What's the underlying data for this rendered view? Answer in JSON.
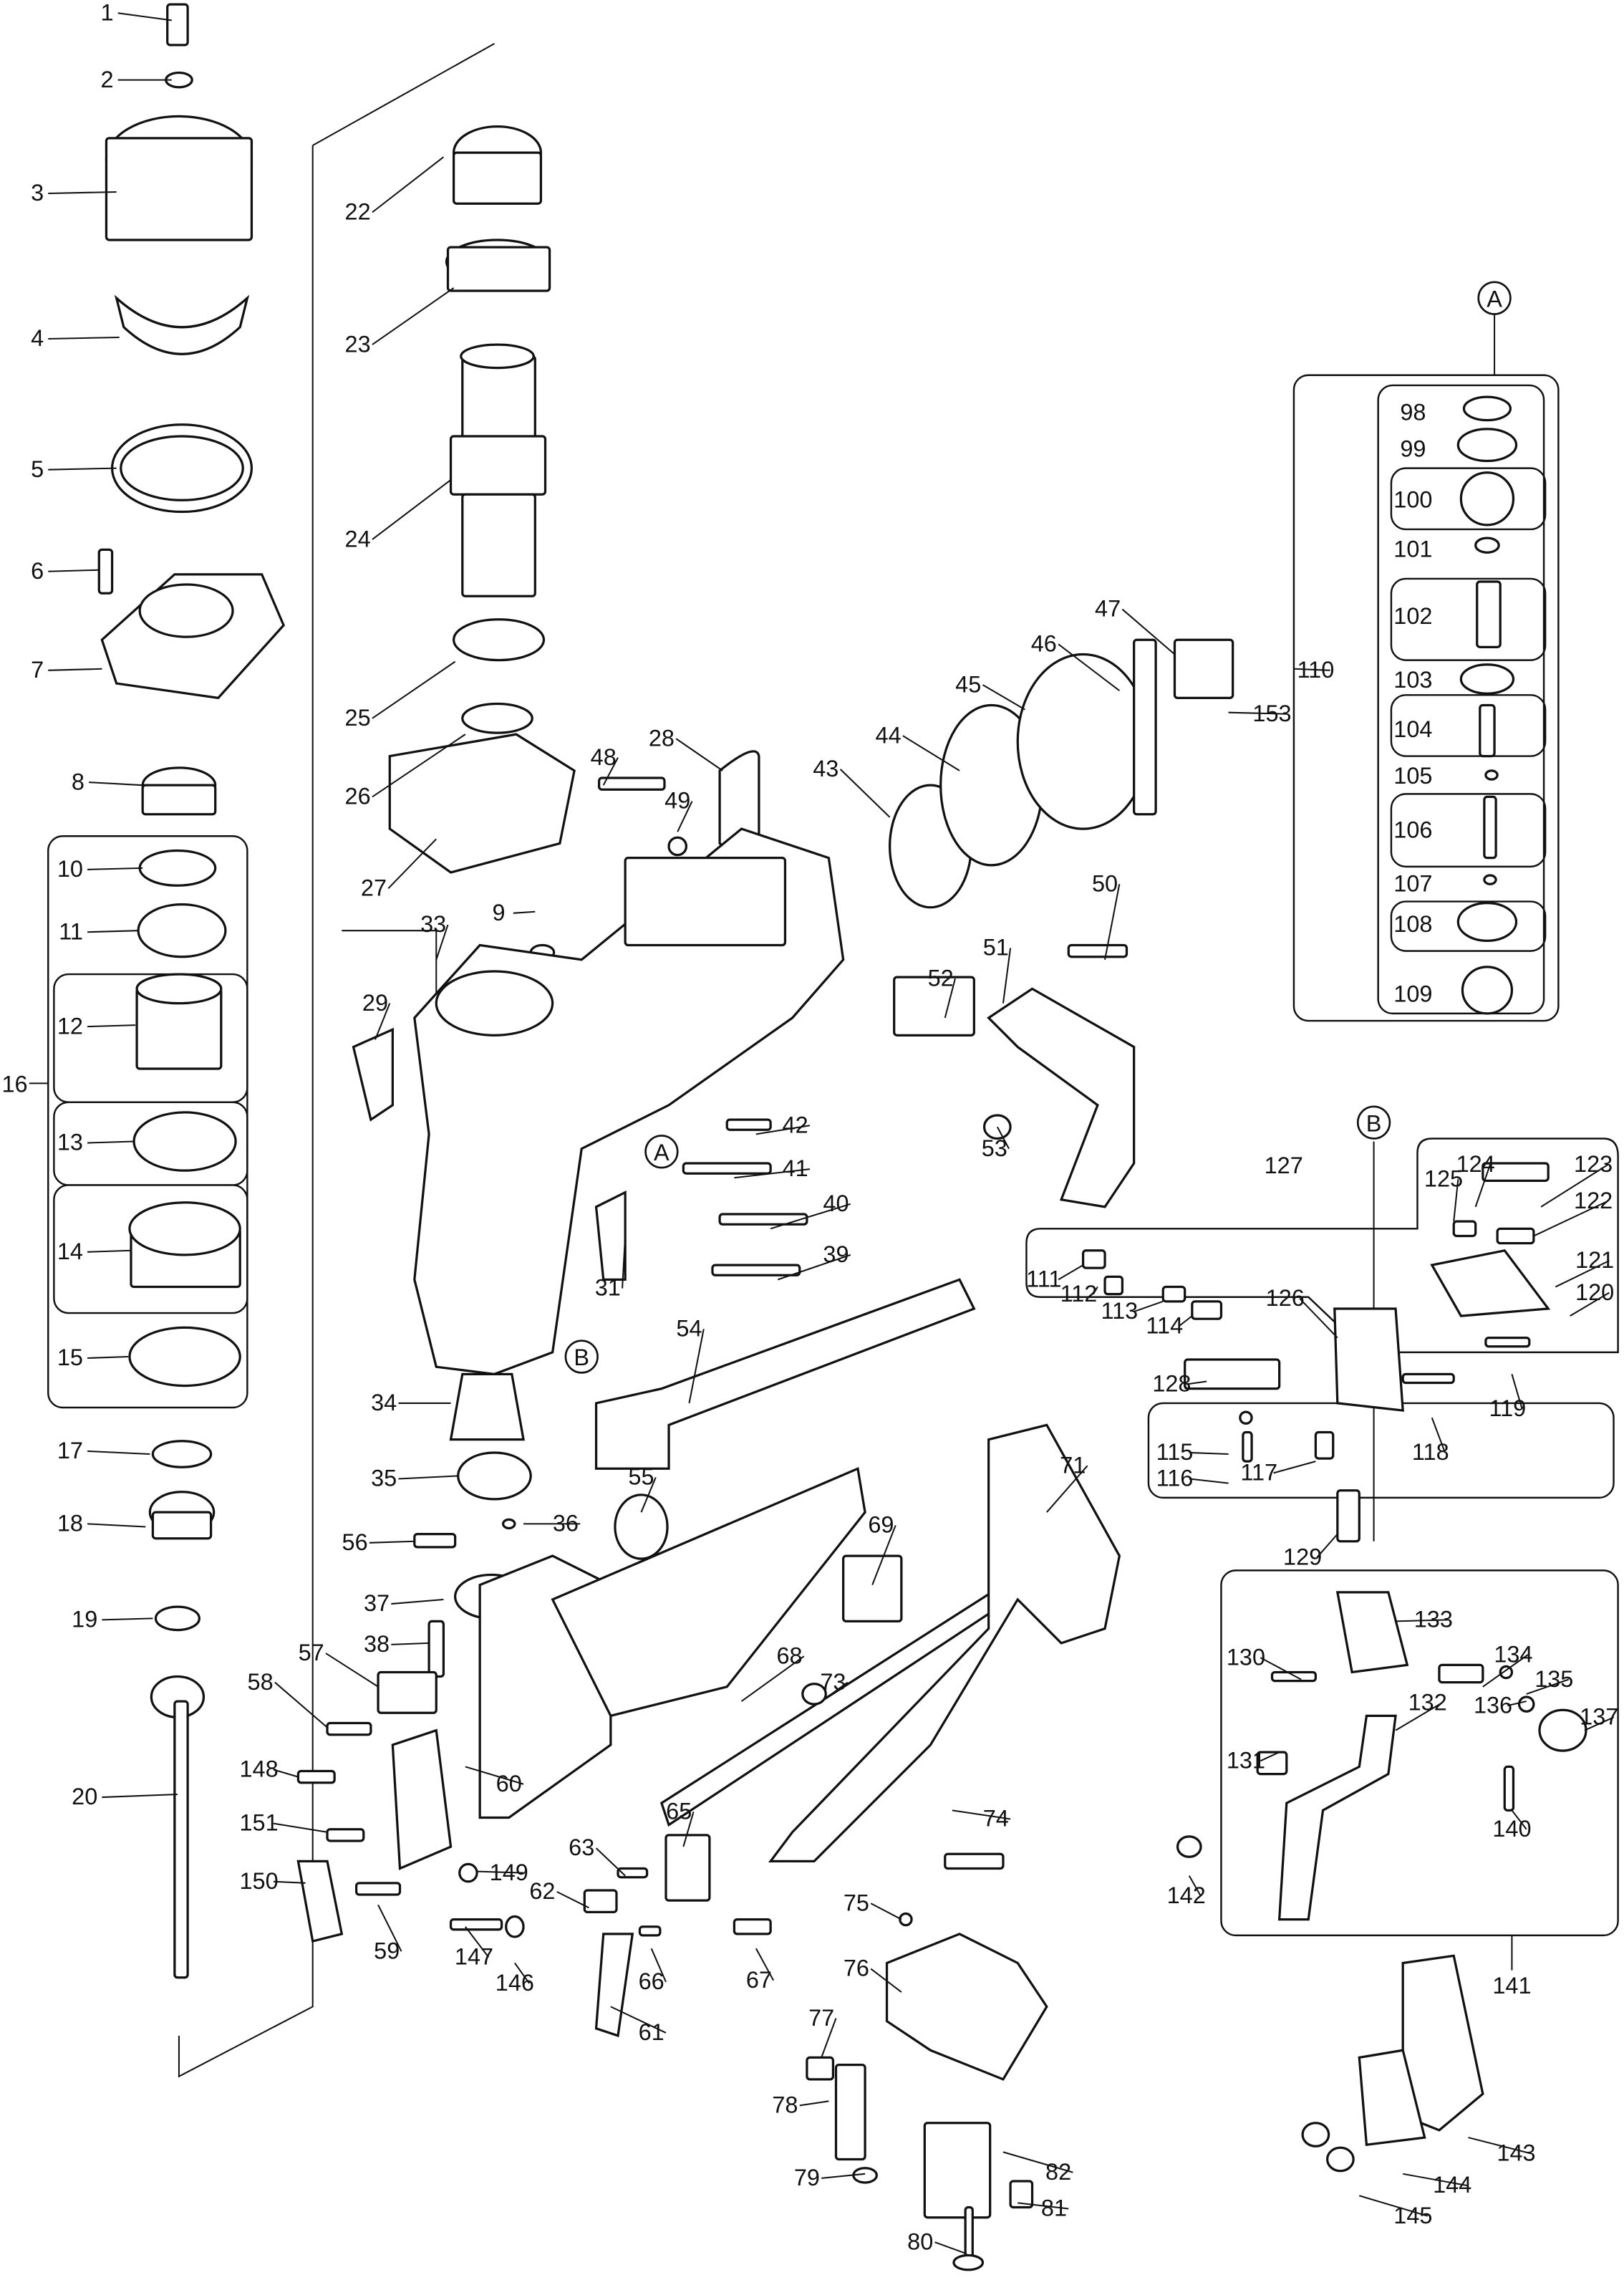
{
  "diagram_title": "",
  "callouts": {
    "A": "A",
    "B": "B"
  },
  "labels": [
    "1",
    "2",
    "3",
    "4",
    "5",
    "6",
    "7",
    "8",
    "10",
    "11",
    "12",
    "16",
    "13",
    "14",
    "15",
    "17",
    "18",
    "19",
    "20",
    "22",
    "23",
    "24",
    "25",
    "26",
    "27",
    "28",
    "48",
    "49",
    "9",
    "33",
    "29",
    "31",
    "42",
    "41",
    "40",
    "39",
    "43",
    "44",
    "45",
    "46",
    "47",
    "50",
    "51",
    "52",
    "53",
    "34",
    "54",
    "35",
    "36",
    "55",
    "56",
    "37",
    "38",
    "57",
    "58",
    "148",
    "151",
    "150",
    "59",
    "60",
    "149",
    "147",
    "146",
    "62",
    "63",
    "65",
    "66",
    "67",
    "61",
    "68",
    "69",
    "71",
    "73",
    "74",
    "75",
    "76",
    "77",
    "78",
    "79",
    "80",
    "81",
    "82",
    "98",
    "99",
    "100",
    "101",
    "102",
    "103",
    "104",
    "105",
    "106",
    "107",
    "108",
    "109",
    "110",
    "153",
    "127",
    "125",
    "124",
    "123",
    "122",
    "121",
    "120",
    "111",
    "112",
    "113",
    "114",
    "126",
    "128",
    "119",
    "118",
    "115",
    "116",
    "117",
    "129",
    "133",
    "130",
    "134",
    "135",
    "137",
    "136",
    "132",
    "131",
    "140",
    "142",
    "141",
    "143",
    "144",
    "145"
  ]
}
